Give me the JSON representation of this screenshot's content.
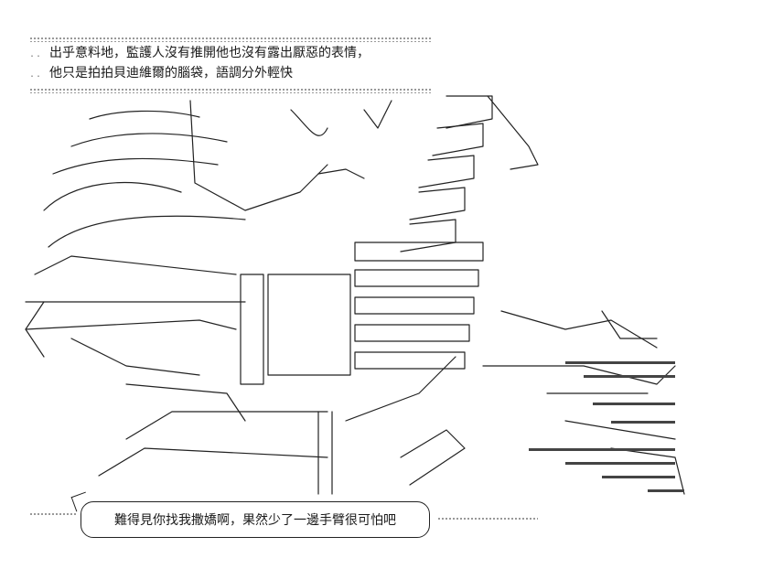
{
  "narration": {
    "lines": [
      "出乎意料地，監護人沒有推開他也沒有露出厭惡的表情，",
      "他只是拍拍貝迪維爾的腦袋，語調分外輕快"
    ],
    "leader": ".."
  },
  "speech_bubble": {
    "text": "難得見你找我撒嬌啊，果然少了一邊手臂很可怕吧"
  },
  "art": {
    "icon": "ascii-art-illustration"
  }
}
